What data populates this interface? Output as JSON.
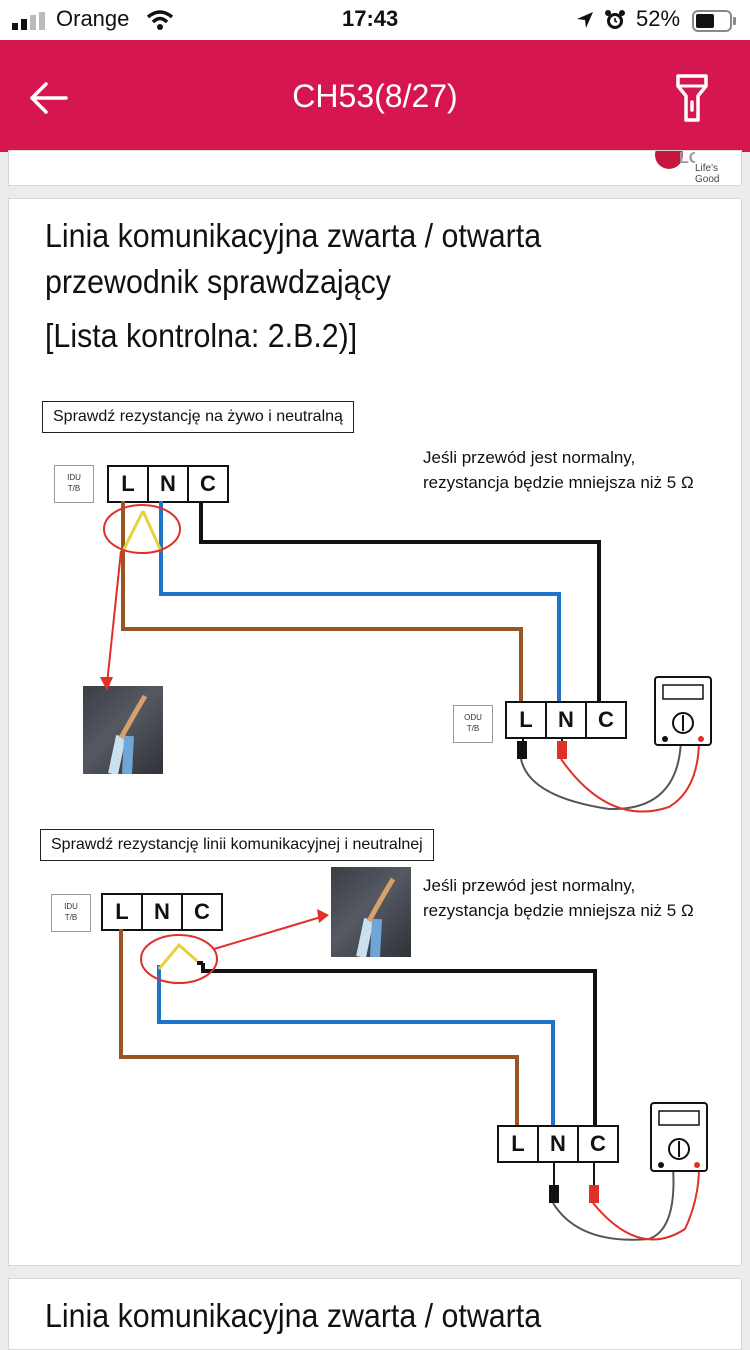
{
  "status_bar": {
    "carrier": "Orange",
    "time": "17:43",
    "battery": "52%"
  },
  "nav": {
    "title": "CH53(8/27)",
    "back_icon": "back-arrow-icon",
    "right_icon": "flashlight-icon"
  },
  "brand": {
    "slogan": "Life's Good"
  },
  "slide": {
    "title_line1": "Linia komunikacyjna zwarta / otwarta",
    "title_line2": "przewodnik sprawdzający",
    "title_line3": "[Lista kontrolna: 2.B.2)]",
    "section1": {
      "label": "Sprawdź rezystancję na żywo i neutralną",
      "note_line1": "Jeśli przewód jest normalny,",
      "note_line2": "rezystancja będzie mniejsza niż 5 Ω",
      "idu_line1": "IDU",
      "idu_line2": "T/B",
      "odu_line1": "ODU",
      "odu_line2": "T/B",
      "terminals": [
        "L",
        "N",
        "C"
      ]
    },
    "section2": {
      "label": "Sprawdź rezystancję linii komunikacyjnej i neutralnej",
      "note_line1": "Jeśli przewód jest normalny,",
      "note_line2": "rezystancja będzie mniejsza niż 5 Ω",
      "idu_line1": "IDU",
      "idu_line2": "T/B",
      "terminals": [
        "L",
        "N",
        "C"
      ]
    }
  },
  "next_slide": {
    "title_line1": "Linia komunikacyjna zwarta / otwarta"
  },
  "colors": {
    "accent": "#d6174f",
    "brown": "#9b5424",
    "blue": "#1f73c9",
    "black": "#111111",
    "red": "#e0302a",
    "yellow": "#e5d23a"
  }
}
